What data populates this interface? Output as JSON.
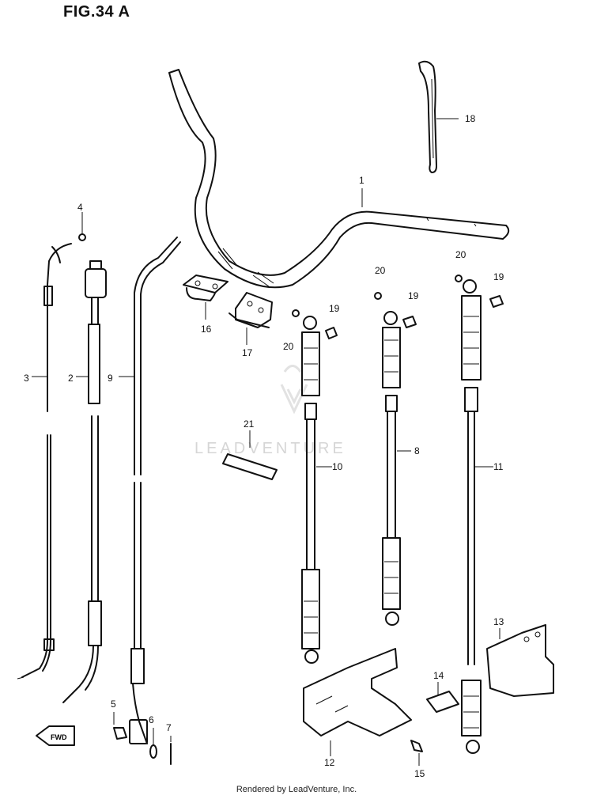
{
  "title": "FIG.34 A",
  "watermark": "LEADVENTURE",
  "footer": "Rendered by LeadVenture, Inc.",
  "fwd_label": "FWD",
  "callouts": [
    "1",
    "2",
    "3",
    "4",
    "5",
    "6",
    "7",
    "8",
    "9",
    "10",
    "11",
    "12",
    "13",
    "14",
    "15",
    "16",
    "17",
    "18",
    "19",
    "19",
    "19",
    "20",
    "20",
    "20",
    "21"
  ]
}
